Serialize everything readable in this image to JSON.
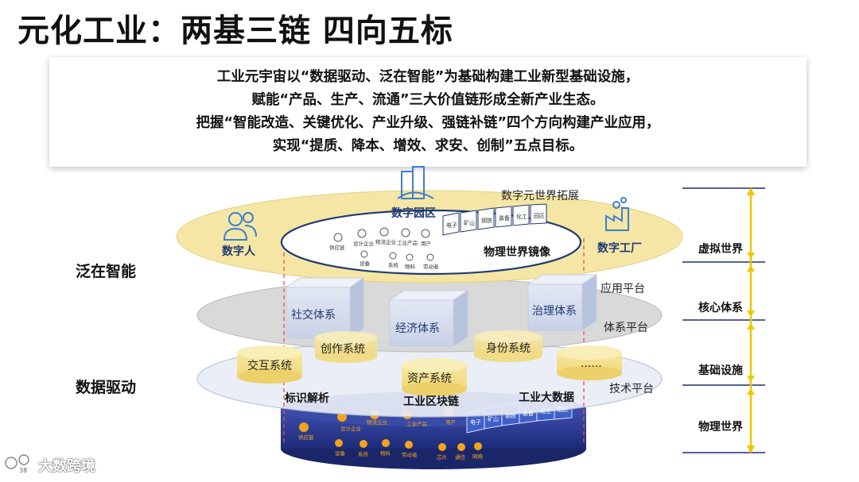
{
  "title": "元化工业：两基三链  四向五标",
  "summary": [
    "工业元宇宙以“数据驱动、泛在智能”为基础构建工业新型基础设施，",
    "赋能“产品、生产、流通”三大价值链形成全新产业生态。",
    "把握“智能改造、关键优化、产业升级、强链补链”四个方向构建产业应用，",
    "实现“提质、降本、增效、求安、创制”五点目标。"
  ],
  "left_labels": {
    "top": "泛在智能",
    "bottom": "数据驱动"
  },
  "right_labels": [
    "虚拟世界",
    "核心体系",
    "基础设施",
    "物理世界"
  ],
  "top_layer": {
    "expansion": "数字元世界拓展",
    "park": "数字园区",
    "person": "数字人",
    "factory": "数字工厂",
    "mirror": "物理世界镜像",
    "industries": [
      "电子",
      "矿山",
      "钢铁",
      "装备",
      "化工",
      "园区"
    ],
    "mini_top": [
      "供应链",
      "设计企业",
      "物流企业",
      "工业产品",
      "用户"
    ],
    "mini_bottom": [
      "设备",
      "系统",
      "物料",
      "劳动者"
    ]
  },
  "middle_layer": {
    "app_platform": "应用平台",
    "system_platform": "体系平台",
    "cubes": [
      "社交体系",
      "经济体系",
      "治理体系"
    ],
    "cylinders": [
      "创作系统",
      "身份系统"
    ]
  },
  "lower_layer": {
    "tech_platform": "技术平台",
    "cylinders": [
      "交互系统",
      "资产系统",
      "......"
    ],
    "tech": [
      "标识解析",
      "工业区块链",
      "工业大数据"
    ]
  },
  "base": {
    "top_row": [
      "供应链",
      "设计企业",
      "物流企业",
      "工业产品",
      "用户"
    ],
    "bottom_row": [
      "设备",
      "系统",
      "物料",
      "劳动者",
      "芯片",
      "通信",
      "网络"
    ],
    "industries": [
      "电子",
      "矿山",
      "钢铁",
      "装备",
      "化工",
      "园区"
    ]
  },
  "watermark": "大数跨境",
  "page_number": "38",
  "colors": {
    "yellow_layer": "#f5e6a3",
    "gray_layer": "#d9d9d9",
    "navy": "#1f3a72",
    "base_blue": "#2b3a8f"
  }
}
